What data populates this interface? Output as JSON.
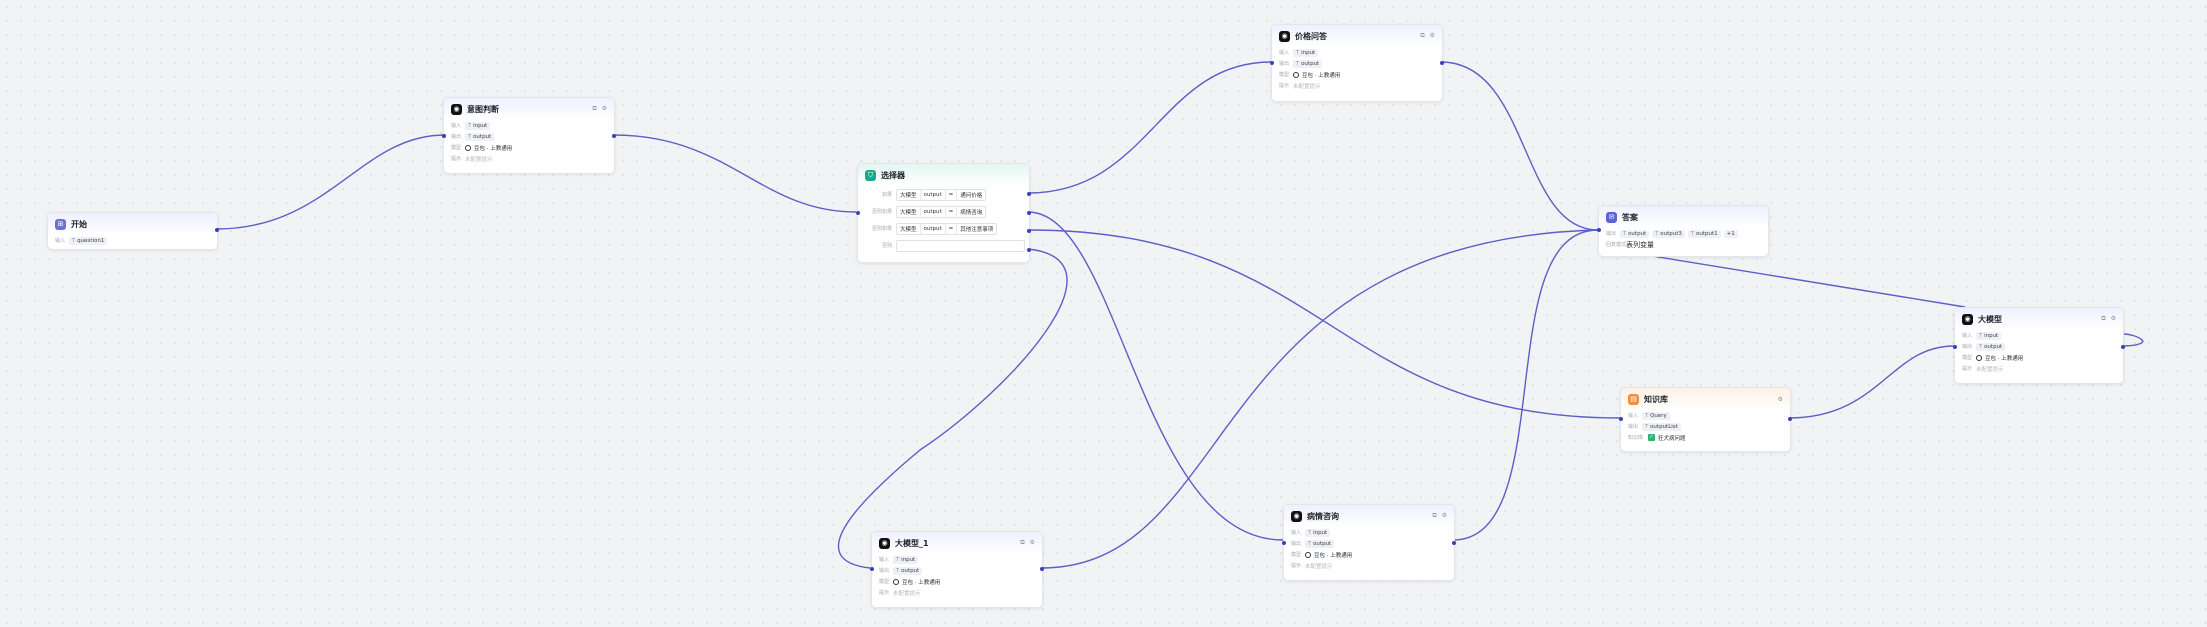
{
  "labels": {
    "input": "输入",
    "output": "输出",
    "model": "模型",
    "prompt": "提示",
    "condition": "知识库"
  },
  "nodes": {
    "start": {
      "title": "开始",
      "in_label": "输入",
      "var_type": "T",
      "var": "question1"
    },
    "intent": {
      "title": "意图判断",
      "in_label": "输入",
      "in_type": "T",
      "in_var": "input",
      "out_label": "输出",
      "out_type": "T",
      "out_var": "output",
      "model_label": "模型",
      "model": "豆包 · 上教通用",
      "prompt_label": "提示",
      "prompt": "未配置提示"
    },
    "filter": {
      "title": "选择器",
      "rows": [
        {
          "label": "如果",
          "src": "大模型",
          "var": "output",
          "op": "=",
          "value": "通问价格"
        },
        {
          "label": "否则如果",
          "src": "大模型",
          "var": "output",
          "op": "=",
          "value": "病情咨询"
        },
        {
          "label": "否则如果",
          "src": "大模型",
          "var": "output",
          "op": "=",
          "value": "其他注意事项"
        },
        {
          "label": "否则"
        }
      ]
    },
    "price": {
      "title": "价格问答",
      "in_label": "输入",
      "in_type": "T",
      "in_var": "input",
      "out_label": "输出",
      "out_type": "T",
      "out_var": "output",
      "model_label": "模型",
      "model": "豆包 · 上教通用",
      "prompt_label": "提示",
      "prompt": "未配置提示"
    },
    "answer": {
      "title": "答案",
      "out_label": "输出",
      "vars": [
        "output",
        "output3",
        "output1"
      ],
      "more": "+1",
      "mode_label": "回复模式",
      "mode": "表列变量"
    },
    "llm": {
      "title": "大模型",
      "in_label": "输入",
      "in_type": "T",
      "in_var": "input",
      "out_label": "输出",
      "out_type": "T",
      "out_var": "output",
      "model_label": "模型",
      "model": "豆包 · 上教通用",
      "prompt_label": "提示",
      "prompt": "未配置提示"
    },
    "kb": {
      "title": "知识库",
      "in_label": "输入",
      "in_type": "T",
      "in_var": "Query",
      "out_label": "输出",
      "out_type": "T",
      "out_var": "outputList",
      "kb_label": "知识库",
      "kb": "狂犬病问题"
    },
    "llm1": {
      "title": "大模型_1",
      "in_label": "输入",
      "in_type": "T",
      "in_var": "input",
      "out_label": "输出",
      "out_type": "T",
      "out_var": "output",
      "model_label": "模型",
      "model": "豆包 · 上教通用",
      "prompt_label": "提示",
      "prompt": "未配置提示"
    },
    "disease": {
      "title": "病情咨询",
      "in_label": "输入",
      "in_type": "T",
      "in_var": "input",
      "out_label": "输出",
      "out_type": "T",
      "out_var": "output",
      "model_label": "模型",
      "model": "豆包 · 上教通用",
      "prompt_label": "提示",
      "prompt": "未配置提示"
    }
  },
  "colors": {
    "edge": "#5b5fc7",
    "port": "#3d41b8",
    "canvas": "#f2f3f5"
  },
  "icons": {
    "model": "model-icon",
    "start": "start-icon",
    "filter": "filter-icon",
    "answer": "answer-icon",
    "kb": "knowledge-base-icon",
    "copy": "copy-icon",
    "settings": "gear-icon"
  }
}
